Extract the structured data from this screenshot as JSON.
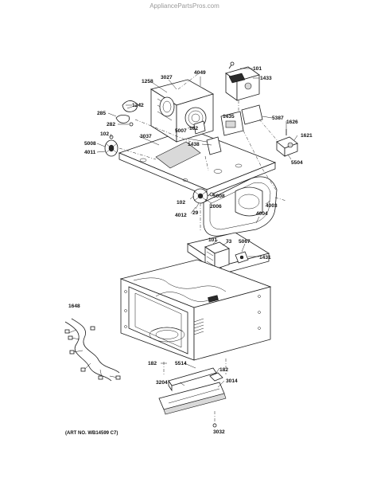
{
  "watermark": "AppliancePartsPros.com",
  "art_number": "(ART NO. WB14599 C7)",
  "parts": [
    {
      "id": "p101a",
      "label": "101"
    },
    {
      "id": "p4049",
      "label": "4049"
    },
    {
      "id": "p1433",
      "label": "1433"
    },
    {
      "id": "p1258",
      "label": "1258"
    },
    {
      "id": "p3027",
      "label": "3027"
    },
    {
      "id": "p1242",
      "label": "1242"
    },
    {
      "id": "p285",
      "label": "285"
    },
    {
      "id": "p282",
      "label": "282"
    },
    {
      "id": "p102a",
      "label": "102"
    },
    {
      "id": "p5008a",
      "label": "5008"
    },
    {
      "id": "p4011",
      "label": "4011"
    },
    {
      "id": "p3037",
      "label": "3037"
    },
    {
      "id": "p102b",
      "label": "102"
    },
    {
      "id": "p1435",
      "label": "1435"
    },
    {
      "id": "p5007",
      "label": "5007"
    },
    {
      "id": "p1438",
      "label": "1438"
    },
    {
      "id": "p5387",
      "label": "5387"
    },
    {
      "id": "p1626",
      "label": "1626"
    },
    {
      "id": "p1621",
      "label": "1621"
    },
    {
      "id": "p5504",
      "label": "5504"
    },
    {
      "id": "p5008b",
      "label": "5008"
    },
    {
      "id": "p2006",
      "label": "2006"
    },
    {
      "id": "p102c",
      "label": "102"
    },
    {
      "id": "p29",
      "label": "29"
    },
    {
      "id": "p4012",
      "label": "4012"
    },
    {
      "id": "p4003",
      "label": "4003"
    },
    {
      "id": "p4004",
      "label": "4004"
    },
    {
      "id": "p101b",
      "label": "101"
    },
    {
      "id": "p73",
      "label": "73"
    },
    {
      "id": "p5067",
      "label": "5067"
    },
    {
      "id": "p1431",
      "label": "1431"
    },
    {
      "id": "p1648",
      "label": "1648"
    },
    {
      "id": "p182a",
      "label": "182"
    },
    {
      "id": "p5514",
      "label": "5514"
    },
    {
      "id": "p182b",
      "label": "182"
    },
    {
      "id": "p3204",
      "label": "3204"
    },
    {
      "id": "p3014",
      "label": "3014"
    },
    {
      "id": "p3032",
      "label": "3032"
    }
  ]
}
